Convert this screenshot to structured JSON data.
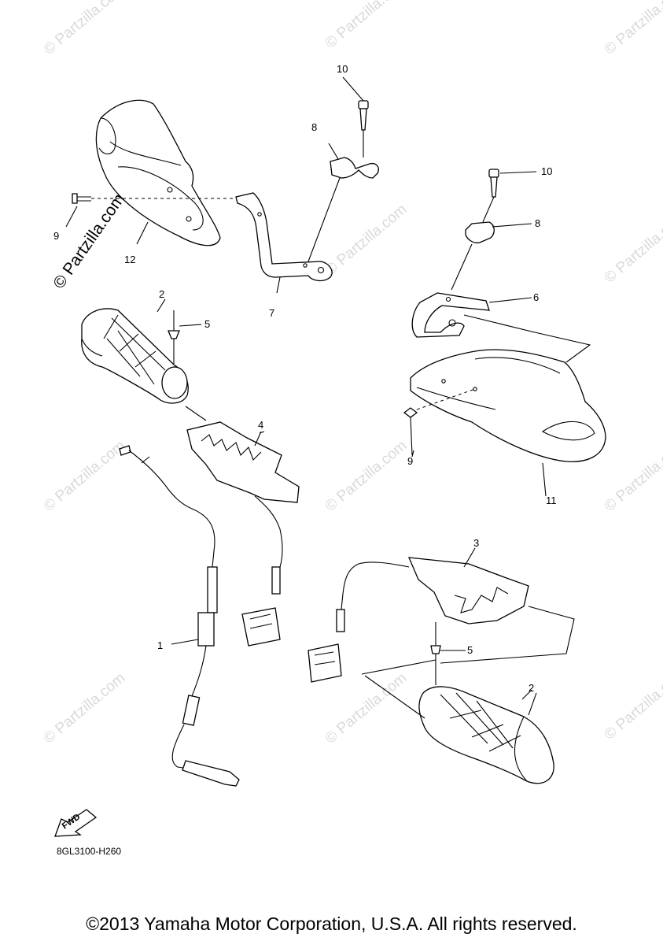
{
  "watermark": {
    "text": "© Partzilla.com",
    "brand_text": "© Partzilla.com"
  },
  "callouts": {
    "c1": "1",
    "c2a": "2",
    "c2b": "2",
    "c3": "3",
    "c4": "4",
    "c5a": "5",
    "c5b": "5",
    "c6": "6",
    "c7": "7",
    "c8a": "8",
    "c8b": "8",
    "c9a": "9",
    "c9b": "9",
    "c10a": "10",
    "c10b": "10",
    "c11": "11",
    "c12": "12"
  },
  "fwd_label": "FWD",
  "catalog_code": "8GL3100-H260",
  "copyright": "©2013 Yamaha Motor Corporation, U.S.A. All rights reserved."
}
